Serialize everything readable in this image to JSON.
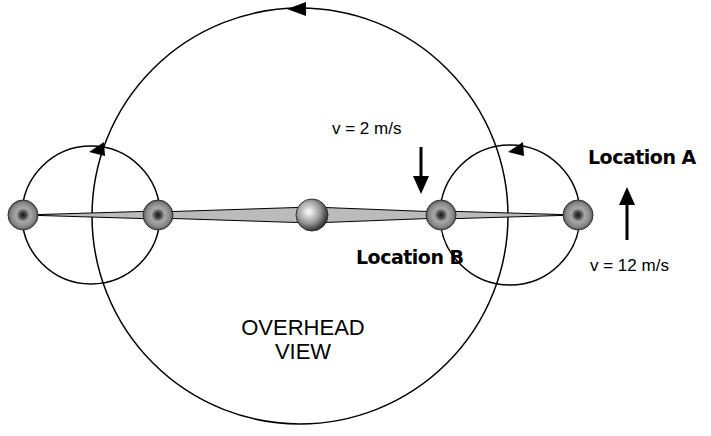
{
  "diagram": {
    "labels": [
      "v = 2 m/s",
      "Location A",
      "Location B",
      "v = 12 m/s",
      "OVERHEAD VIEW"
    ]
  }
}
